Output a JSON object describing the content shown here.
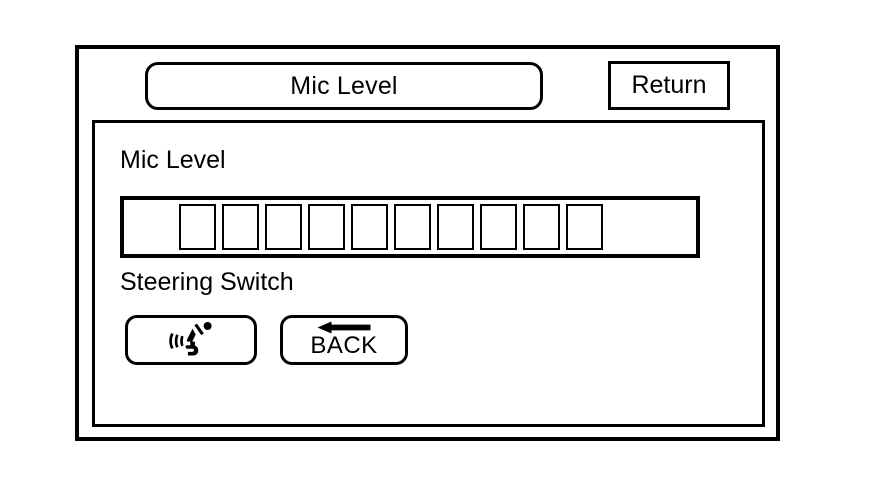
{
  "screen": {
    "name": "mic-level-settings-screen",
    "background_color": "#ffffff",
    "line_color": "#000000"
  },
  "header": {
    "title": "Mic Level",
    "return_label": "Return"
  },
  "main": {
    "mic_level": {
      "label": "Mic Level",
      "meter": {
        "segment_count": 10,
        "filled_count": 0,
        "segments": [
          {
            "index": 1,
            "filled": false
          },
          {
            "index": 2,
            "filled": false
          },
          {
            "index": 3,
            "filled": false
          },
          {
            "index": 4,
            "filled": false
          },
          {
            "index": 5,
            "filled": false
          },
          {
            "index": 6,
            "filled": false
          },
          {
            "index": 7,
            "filled": false
          },
          {
            "index": 8,
            "filled": false
          },
          {
            "index": 9,
            "filled": false
          },
          {
            "index": 10,
            "filled": false
          }
        ]
      }
    },
    "steering_switch": {
      "label": "Steering Switch",
      "buttons": [
        {
          "name": "talk-button",
          "icon": "talk-voice-command-icon",
          "label": ""
        },
        {
          "name": "back-button",
          "icon": "arrow-left-icon",
          "label": "BACK"
        }
      ]
    }
  }
}
